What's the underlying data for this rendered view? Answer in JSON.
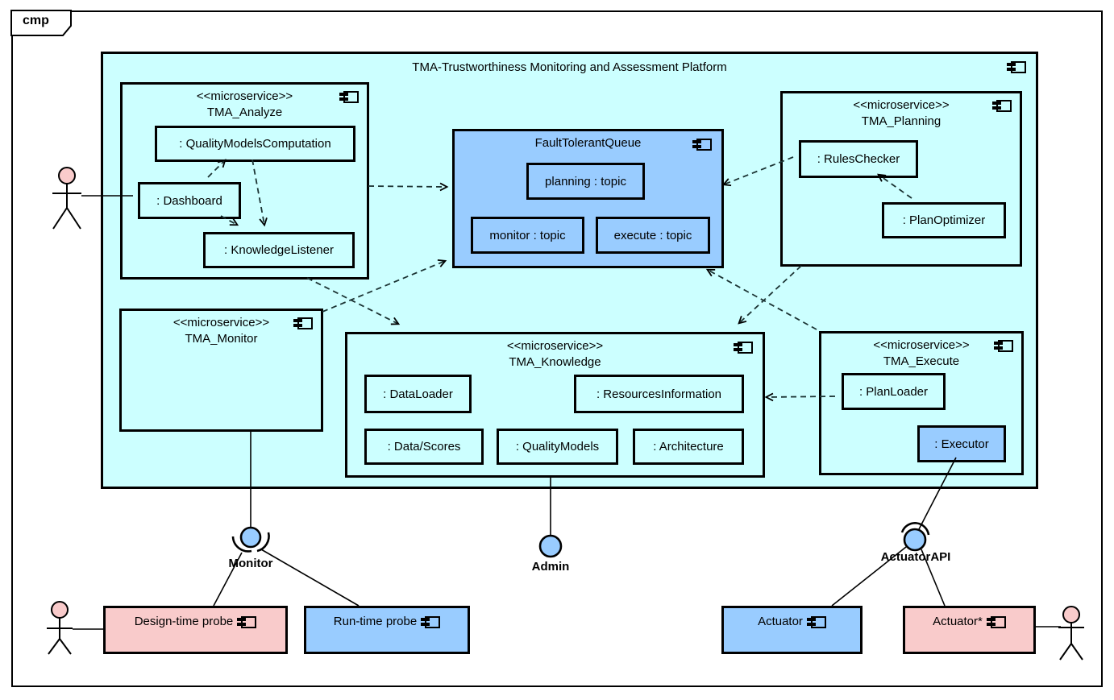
{
  "frame": {
    "tag": "cmp"
  },
  "colors": {
    "cyan": "#CCFFFF",
    "blue": "#99CCFF",
    "pink": "#F9CBCB"
  },
  "platform": {
    "title": "TMA-Trustworthiness Monitoring and Assessment Platform",
    "stereotype": "<<microservice>>",
    "analyze": {
      "name": "TMA_Analyze",
      "components": {
        "qmc": ": QualityModelsComputation",
        "dashboard": ": Dashboard",
        "knowledge_listener": ": KnowledgeListener"
      }
    },
    "monitor_ms": {
      "name": "TMA_Monitor"
    },
    "queue": {
      "title": "FaultTolerantQueue",
      "topics": {
        "planning": "planning : topic",
        "monitor": "monitor : topic",
        "execute": "execute : topic"
      }
    },
    "planning_ms": {
      "name": "TMA_Planning",
      "components": {
        "rules_checker": ": RulesChecker",
        "plan_optimizer": ": PlanOptimizer"
      }
    },
    "knowledge": {
      "name": "TMA_Knowledge",
      "components": {
        "data_loader": ": DataLoader",
        "resources_information": ": ResourcesInformation",
        "data_scores": ": Data/Scores",
        "quality_models": ": QualityModels",
        "architecture": ": Architecture"
      }
    },
    "execute_ms": {
      "name": "TMA_Execute",
      "components": {
        "plan_loader": ": PlanLoader",
        "executor": ": Executor"
      }
    }
  },
  "interfaces": {
    "monitor": "Monitor",
    "admin": "Admin",
    "actuator_api": "ActuatorAPI"
  },
  "external": {
    "design_probe": "Design-time probe",
    "run_probe": "Run-time probe",
    "actuator": "Actuator",
    "actuator_star": "Actuator*"
  }
}
